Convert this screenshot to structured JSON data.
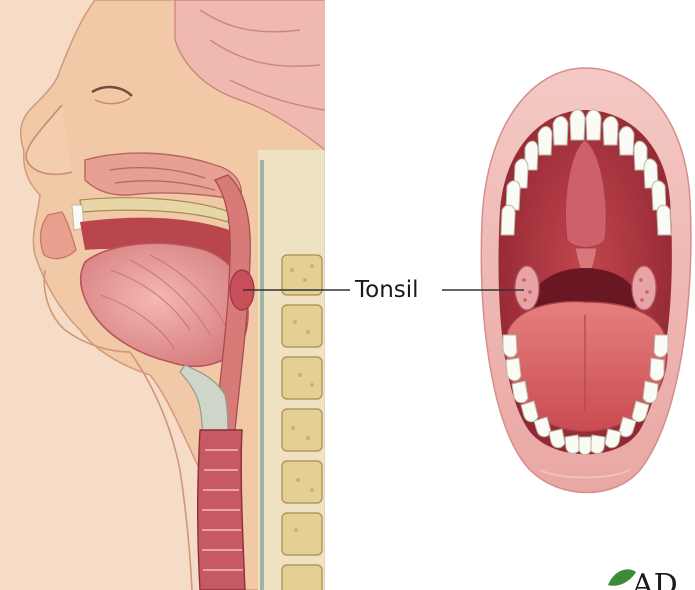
{
  "labels": {
    "tonsil": "Tonsil"
  },
  "logo": {
    "text": "ADAM",
    "visible_text": "AD",
    "leaf_color": "#3d8a3d"
  },
  "colors": {
    "skin": "#f1c9a6",
    "skin_shadow": "#e0a98a",
    "flesh": "#e39a95",
    "flesh_dark": "#c9626a",
    "mouth_cavity": "#b8353f",
    "tongue": "#d9605f",
    "teeth": "#fbfbf6",
    "bone": "#e8d7a6",
    "leader_line": "#333333"
  }
}
